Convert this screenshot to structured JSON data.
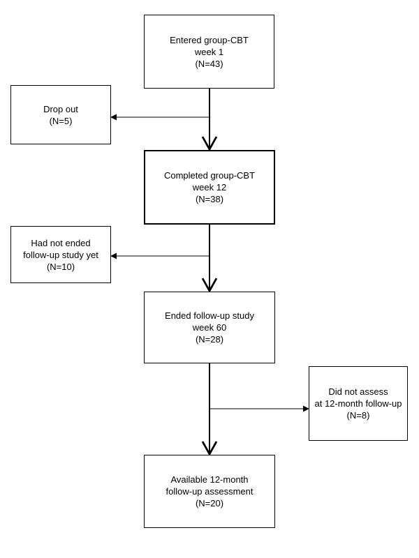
{
  "boxes": {
    "entered": "Entered group-CBT\nweek 1\n(N=43)",
    "dropout": "Drop out\n(N=5)",
    "completed": "Completed group-CBT\nweek 12\n(N=38)",
    "not_ended": "Had not ended\nfollow-up study yet\n(N=10)",
    "ended": "Ended follow-up study\nweek 60\n(N=28)",
    "not_assess": "Did not assess\nat 12-month follow-up\n(N=8)",
    "available": "Available 12-month\nfollow-up assessment\n(N=20)"
  }
}
